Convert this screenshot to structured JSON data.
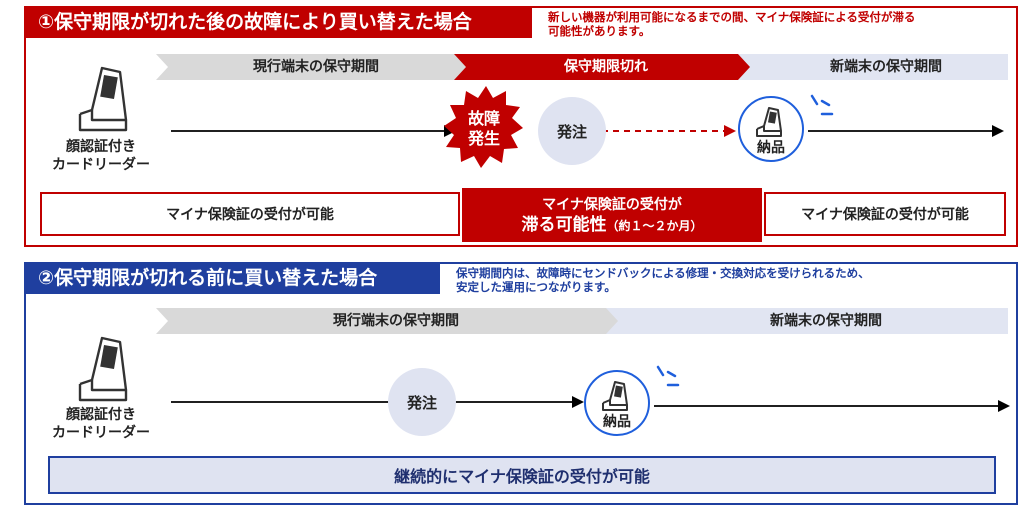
{
  "scenario1": {
    "title": "①保守期限が切れた後の故障により買い替えた場合",
    "note": "新しい機器が利用可能になるまでの間、マイナ保険証による受付が滞る\n可能性があります。",
    "periods": {
      "current": "現行端末の保守期間",
      "expired": "保守期限切れ",
      "new": "新端末の保守期間"
    },
    "device_label": "顔認証付き\nカードリーダー",
    "breakdown": "故障\n発生",
    "order": "発注",
    "delivery": "納品",
    "status_left": "マイナ保険証の受付が可能",
    "status_mid_line1": "マイナ保険証の受付が",
    "status_mid_line2": "滞る可能性",
    "status_mid_note": "（約１～２か月）",
    "status_right": "マイナ保険証の受付が可能"
  },
  "scenario2": {
    "title": "②保守期限が切れる前に買い替えた場合",
    "note": "保守期間内は、故障時にセンドバックによる修理・交換対応を受けられるため、\n安定した運用につながります。",
    "periods": {
      "current": "現行端末の保守期間",
      "new": "新端末の保守期間"
    },
    "device_label": "顔認証付き\nカードリーダー",
    "order": "発注",
    "delivery": "納品",
    "status": "継続的にマイナ保険証の受付が可能"
  },
  "colors": {
    "red": "#c00000",
    "navy": "#1f3f9f",
    "blue_ring": "#1f5fdc",
    "gray_arrow": "#d9d9d9",
    "pale_blue": "#dfe3f1"
  },
  "icons": [
    "card-reader-icon",
    "new-card-reader-icon",
    "burst-icon",
    "sparkle-icon"
  ]
}
